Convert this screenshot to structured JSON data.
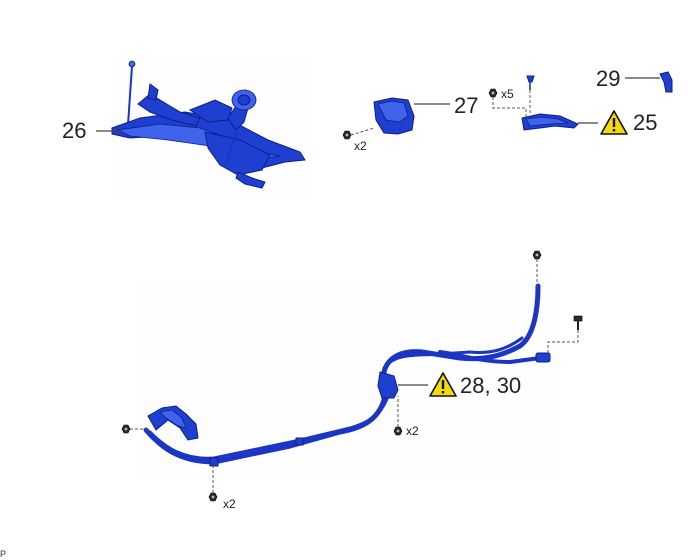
{
  "diagram": {
    "callouts": [
      {
        "id": "26",
        "text": "26"
      },
      {
        "id": "27",
        "text": "27"
      },
      {
        "id": "29",
        "text": "29"
      },
      {
        "id": "25",
        "text": "25"
      },
      {
        "id": "28-30",
        "text": "28, 30"
      }
    ],
    "quantities": {
      "q27": "x2",
      "q25": "x5",
      "q_harness_mid": "x2",
      "q_harness_bottom": "x2"
    },
    "corner_label": "P",
    "colors": {
      "part_blue": "#1f3fd0",
      "warning_yellow": "#f5d90a",
      "leader_gray": "#444444"
    },
    "icons": [
      "warning-icon",
      "nut-icon",
      "bolt-icon",
      "clip-icon"
    ]
  }
}
